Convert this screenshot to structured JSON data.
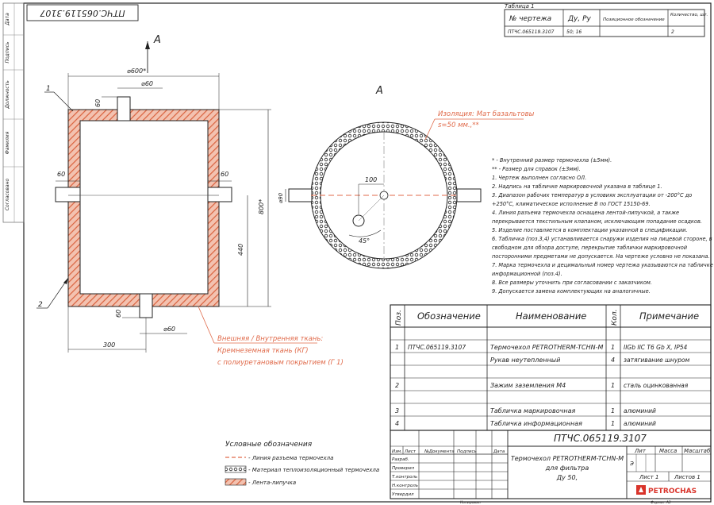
{
  "stamp_code_rotated": "ПТЧС.065119.3107",
  "side_labels": [
    "Дата",
    "Подпись",
    "Должность",
    "Фамилия",
    "Согласовано"
  ],
  "view_label_top": "А",
  "view_label_section": "А",
  "dims": {
    "d600": "⌀600*",
    "d60_top": "⌀60",
    "d60_bottom": "⌀60",
    "d60_circle": "⌀90",
    "h800": "800*",
    "h440": "440",
    "w300": "300",
    "s60_top": "60",
    "s60_left": "60",
    "s60_right": "60",
    "s60_bottom": "60",
    "r100": "100",
    "a45": "45°"
  },
  "leaders": {
    "p1": "1",
    "p2": "2",
    "insulation_line1": "Изоляция: Мат базальтовы",
    "insulation_line2": "s=50 мм.,**",
    "fabric_line1": "Внешняя / Внутренняя ткань:",
    "fabric_line2": "Кремнеземная ткань (КГ)",
    "fabric_line3": "с полиуретановым покрытием (Г 1)"
  },
  "table1": {
    "title": "Таблица 1",
    "h_drawing": "№ чертежа",
    "h_du": "Ду, Ру",
    "h_pos": "Позиционное обозначение",
    "h_qty": "Количество, шт.",
    "row": [
      "ПТЧС.065119.3107",
      "50; 16",
      "",
      "2"
    ]
  },
  "notes": [
    "* - Внутренний размер термочехла (±5мм).",
    "** - Размер для справок (±3мм).",
    "1. Чертеж выполнен согласно ОЛ.",
    "2. Надпись на табличке маркировочной указана в таблице 1.",
    "3. Диапазон рабочих температур в условиях эксплуатации от -200°С до",
    "+250°С, климатическое исполнение В по ГОСТ 15150-69.",
    "4. Линия разъема термочехла оснащена лентой-липучкой, а также",
    "перекрывается текстильным клапаном, исключающим попадание осадков.",
    "5. Изделие поставляется в комплектации указанной в спецификации.",
    "6. Табличка (поз.3,4) устанавливается снаружи изделия на лицевой стороне, в",
    "свободном для обзора доступе, перекрытие таблички маркировочной",
    "посторонними предметами не допускается. На чертеже условно не показана.",
    "7. Марка термочехла и децимальный номер чертежа указываются на табличке",
    "информационной (поз.4).",
    "8. Все размеры уточнить при согласовании с заказчиком.",
    "9. Допускается замена комплектующих на аналогичные."
  ],
  "spec": {
    "h_pos": "Поз.",
    "h_code": "Обозначение",
    "h_name": "Наименование",
    "h_qty": "Кол.",
    "h_note": "Примечание",
    "rows": [
      {
        "pos": "1",
        "code": "ПТЧС.065119.3107",
        "name": "Термочехол PETROTHERM-TCHN-M",
        "qty": "1",
        "note": "IIGb IIC T6 Gb X, IP54"
      },
      {
        "pos": "",
        "code": "",
        "name": "Рукав неутепленный",
        "qty": "4",
        "note": "затягивание шнуром"
      },
      {
        "pos": "2",
        "code": "",
        "name": "Зажим заземления М4",
        "qty": "1",
        "note": "сталь оцинкованная"
      },
      {
        "pos": "3",
        "code": "",
        "name": "Табличка маркировочная",
        "qty": "1",
        "note": "алюминий"
      },
      {
        "pos": "4",
        "code": "",
        "name": "Табличка информационная",
        "qty": "1",
        "note": "алюминий"
      }
    ]
  },
  "title_block": {
    "code": "ПТЧС.065119.3107",
    "h_izm": "Изм.",
    "h_list": "Лист",
    "h_doc": "№Документа",
    "h_sign": "Подпись",
    "h_date": "Дата",
    "r_razrab": "Разраб.",
    "r_prover": "Проверил",
    "r_tkontr": "Т.контроль",
    "r_nkontr": "Н.контроль",
    "r_utv": "Утвердил",
    "name_line1": "Термочехол PETROTHERM-TCHN-M",
    "name_line2": "для фильтра",
    "name_line3": "Ду 50,",
    "h_lit": "Лит",
    "h_mass": "Масса",
    "h_scale": "Масштаб",
    "lit_val": "Э",
    "sheet": "Лист 1",
    "sheets": "Листов 1",
    "logo": "PETROCHAS",
    "copy": "Копировал",
    "format": "Формат А3"
  },
  "legend": {
    "title": "Условные обозначения",
    "items": [
      "- Линия разъема термочехла",
      "- Материал теплоизоляционный термочехла",
      "- Лента-липучка"
    ]
  },
  "colors": {
    "accent": "#e06a4a",
    "line": "#222222"
  }
}
